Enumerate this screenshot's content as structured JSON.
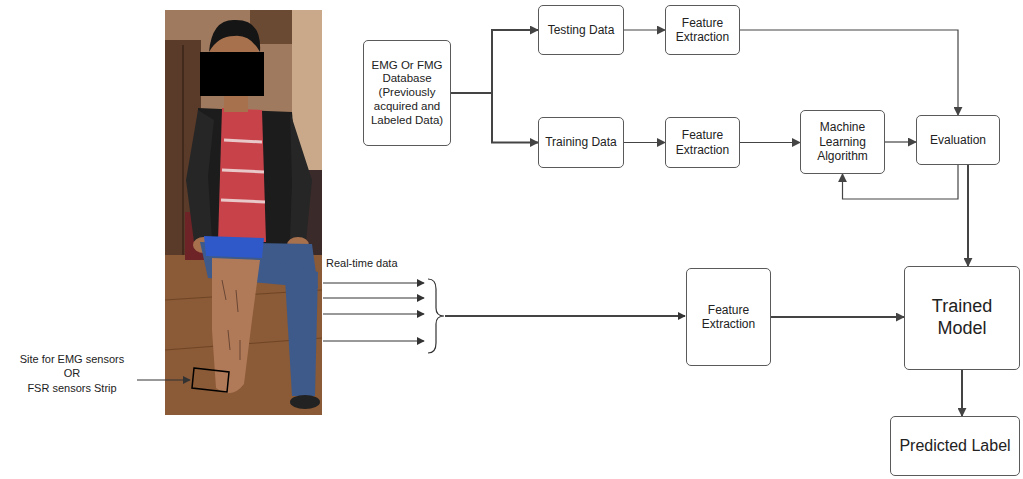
{
  "diagram": {
    "nodes": [
      {
        "text": [
          "EMG Or FMG Database (Previously acquired and Labeled Data)"
        ]
      },
      {
        "text": [
          "Testing Data"
        ]
      },
      {
        "text": [
          "Feature Extraction"
        ]
      },
      {
        "text": [
          "Training Data"
        ]
      },
      {
        "text": [
          "Feature Extraction"
        ]
      },
      {
        "text": [
          "Machine Learning Algorithm"
        ]
      },
      {
        "text": [
          "Evaluation"
        ]
      },
      {
        "text": [
          "Feature Extraction"
        ]
      },
      {
        "text": [
          "Trained Model"
        ]
      },
      {
        "text": [
          "Predicted Label"
        ]
      }
    ],
    "edges": [
      {
        "from": 0,
        "to": 1,
        "arrow": "to"
      },
      {
        "from": 0,
        "to": 3,
        "arrow": "to"
      },
      {
        "from": 1,
        "to": 2,
        "arrow": "to"
      },
      {
        "from": 2,
        "to": 6,
        "arrow": "to"
      },
      {
        "from": 3,
        "to": 4,
        "arrow": "to"
      },
      {
        "from": 4,
        "to": 5,
        "arrow": "to"
      },
      {
        "from": 5,
        "to": 6,
        "arrow": "to"
      },
      {
        "from": 6,
        "to": 5,
        "arrow": "to"
      },
      {
        "from": 6,
        "to": 8,
        "arrow": "to"
      },
      {
        "from": 7,
        "to": 8,
        "arrow": "to"
      },
      {
        "from": 8,
        "to": 9,
        "arrow": "to"
      }
    ],
    "labels": [
      "Real-time data",
      "Site for EMG sensors",
      "OR",
      "FSR sensors Strip"
    ]
  }
}
